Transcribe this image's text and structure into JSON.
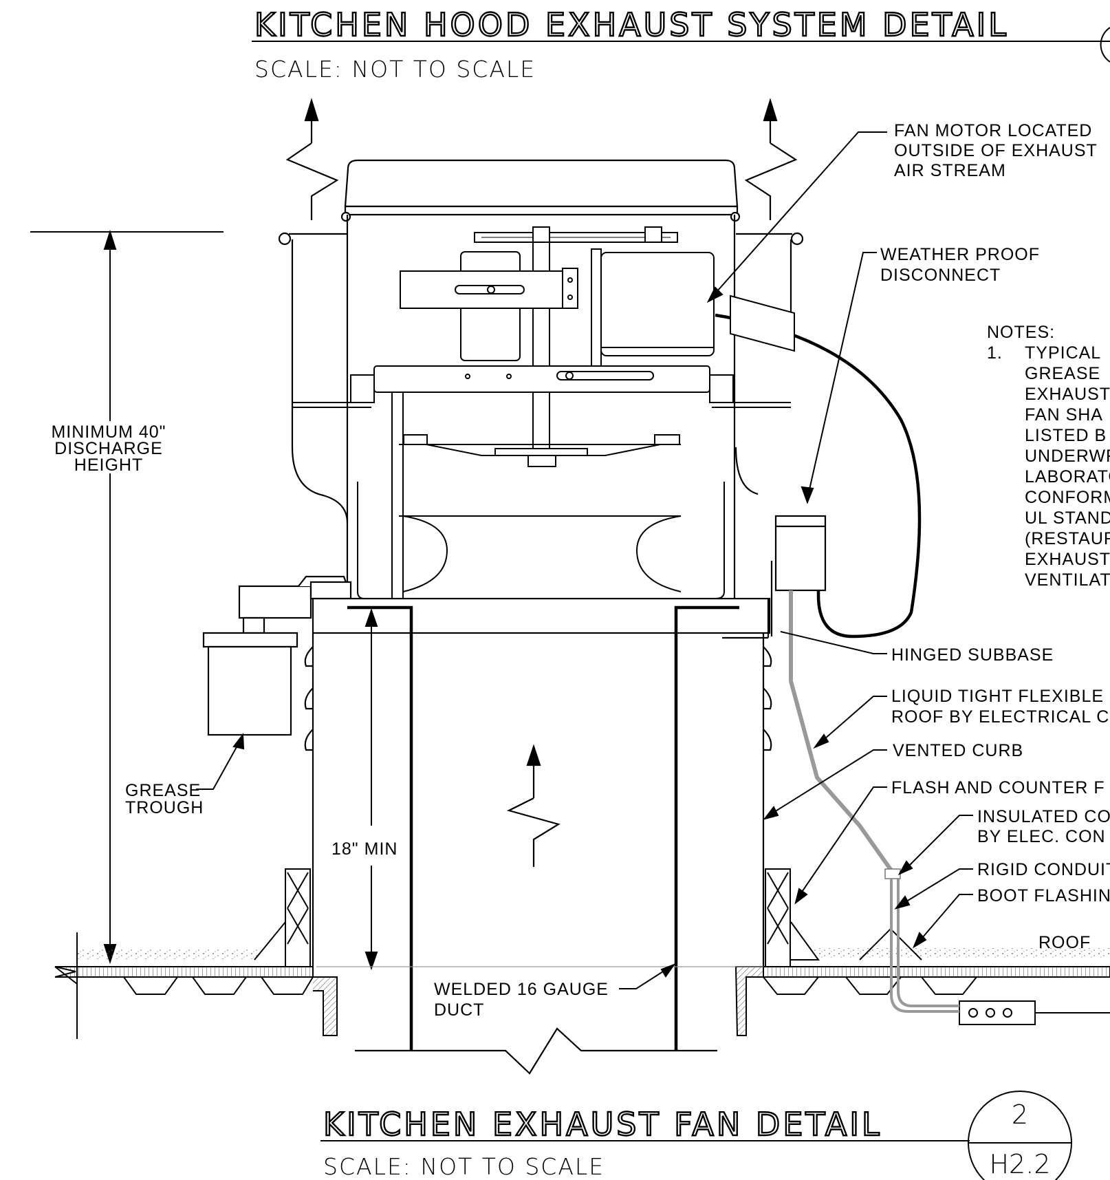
{
  "header": {
    "title": "KITCHEN HOOD EXHAUST SYSTEM DETAIL",
    "scale": "SCALE: NOT TO SCALE"
  },
  "labels": {
    "fan_motor": [
      "FAN MOTOR LOCATED",
      "OUTSIDE OF EXHAUST",
      "AIR STREAM"
    ],
    "disconnect": [
      "WEATHER PROOF",
      "DISCONNECT"
    ],
    "height": [
      "MINIMUM 40\"",
      "DISCHARGE",
      "HEIGHT"
    ],
    "grease_trough": [
      "GREASE",
      "TROUGH"
    ],
    "hinged_subbase": "HINGED SUBBASE",
    "liquid_tight": [
      "LIQUID TIGHT FLEXIBLE",
      "ROOF BY ELECTRICAL C"
    ],
    "vented_curb": "VENTED CURB",
    "flash": "FLASH AND COUNTER F",
    "insulated": [
      "INSULATED CO",
      "BY ELEC. CON"
    ],
    "rigid": "RIGID CONDUIT",
    "boot": "BOOT FLASHIN",
    "roof": "ROOF",
    "eighteen_min": "18\" MIN",
    "duct": [
      "WELDED 16 GAUGE",
      "DUCT"
    ]
  },
  "notes": {
    "heading": "NOTES:",
    "number": "1.",
    "lines": [
      "TYPICAL",
      "GREASE",
      "EXHAUST",
      "FAN SHA",
      "LISTED B",
      "UNDERWR",
      "LABORATO",
      "CONFORM",
      "UL STAND",
      "(RESTAUR",
      "EXHAUST",
      "VENTILATO"
    ]
  },
  "footer": {
    "title": "KITCHEN EXHAUST FAN DETAIL",
    "scale": "SCALE: NOT TO SCALE",
    "detail_number": "2",
    "sheet_number": "H2.2"
  }
}
